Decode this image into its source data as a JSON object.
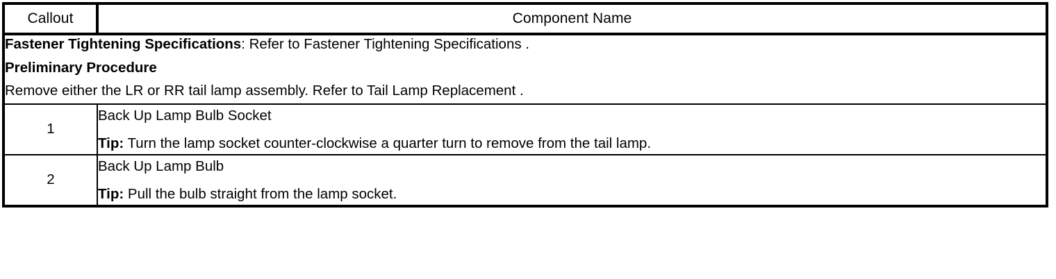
{
  "table": {
    "headers": {
      "callout": "Callout",
      "component_name": "Component Name"
    },
    "note_row": {
      "lines": [
        {
          "bold_prefix": "Fastener Tightening Specifications",
          "rest": ": Refer to Fastener Tightening Specifications ."
        },
        {
          "bold_prefix": "Preliminary Procedure",
          "rest": ""
        },
        {
          "bold_prefix": "",
          "rest": "Remove either the LR or RR tail lamp assembly. Refer to Tail Lamp Replacement ."
        }
      ]
    },
    "rows": [
      {
        "callout": "1",
        "title": "Back Up Lamp Bulb Socket",
        "tip_label": "Tip:",
        "tip_text": " Turn the lamp socket counter-clockwise a quarter turn to remove from the tail lamp."
      },
      {
        "callout": "2",
        "title": "Back Up Lamp Bulb",
        "tip_label": "Tip:",
        "tip_text": " Pull the bulb straight from the lamp socket."
      }
    ]
  }
}
